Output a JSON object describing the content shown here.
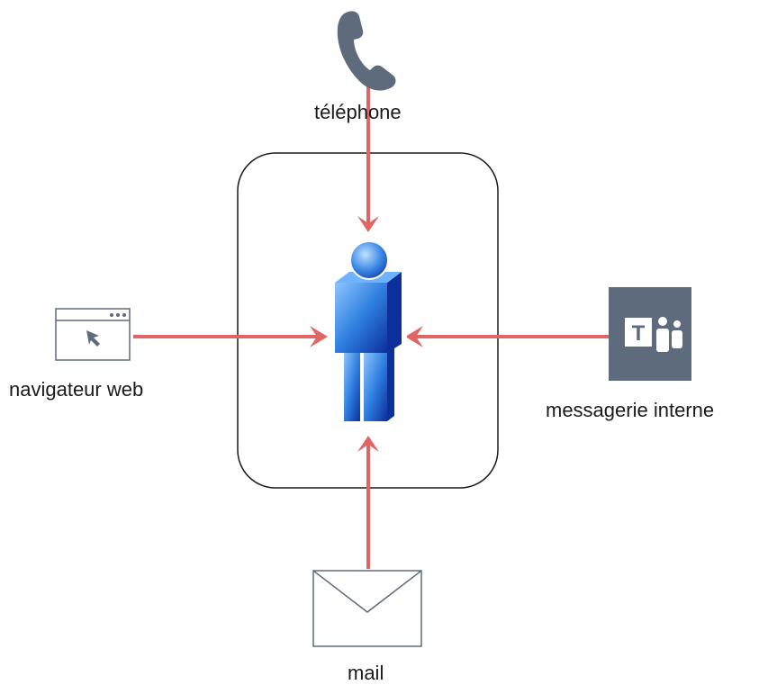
{
  "diagram": {
    "nodes": {
      "telephone": {
        "label": "téléphone",
        "icon": "phone-icon"
      },
      "web": {
        "label": "navigateur web",
        "icon": "browser-window-icon"
      },
      "messaging": {
        "label": "messagerie interne",
        "icon": "teams-icon",
        "icon_letter": "T"
      },
      "mail": {
        "label": "mail",
        "icon": "envelope-icon"
      },
      "user": {
        "icon": "user-icon"
      }
    },
    "colors": {
      "arrow": "#e06666",
      "phone": "#5d6b7c",
      "teams_bg": "#5d6b7c",
      "icon_stroke": "#5d6b7c",
      "user_blue": "#3a7bd5"
    }
  }
}
